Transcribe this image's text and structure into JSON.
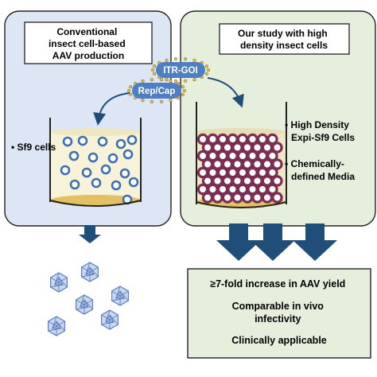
{
  "left_panel": {
    "title_lines": [
      "Conventional",
      "insect cell-based",
      "AAV production"
    ],
    "beaker_label": "• Sf9 cells"
  },
  "right_panel": {
    "title_lines": [
      "Our study with high",
      "density insect cells"
    ],
    "bullets": [
      {
        "lines": [
          "• High Density",
          "Expi-Sf9 Cells"
        ]
      },
      {
        "lines": [
          "• Chemically-",
          "defined Media"
        ]
      }
    ]
  },
  "plasmids": {
    "itr_goi": "ITR-GOI",
    "rep_cap": "Rep/Cap"
  },
  "result_box": {
    "lines": [
      "≥7-fold increase in AAV yield",
      "Comparable in vivo",
      "infectivity",
      "Clinically applicable"
    ]
  },
  "colors": {
    "left_panel_fill": "#dde6f4",
    "right_panel_fill": "#e5efdc",
    "plasmid_fill": "#4f7fc0",
    "cell_low_density": "#3f6fb3",
    "cell_high_density": "#7b2d52",
    "medium": "#f0e8c4",
    "pellet": "#e3c063",
    "arrow": "#1f4e79",
    "virion": "#5a7fbf"
  }
}
